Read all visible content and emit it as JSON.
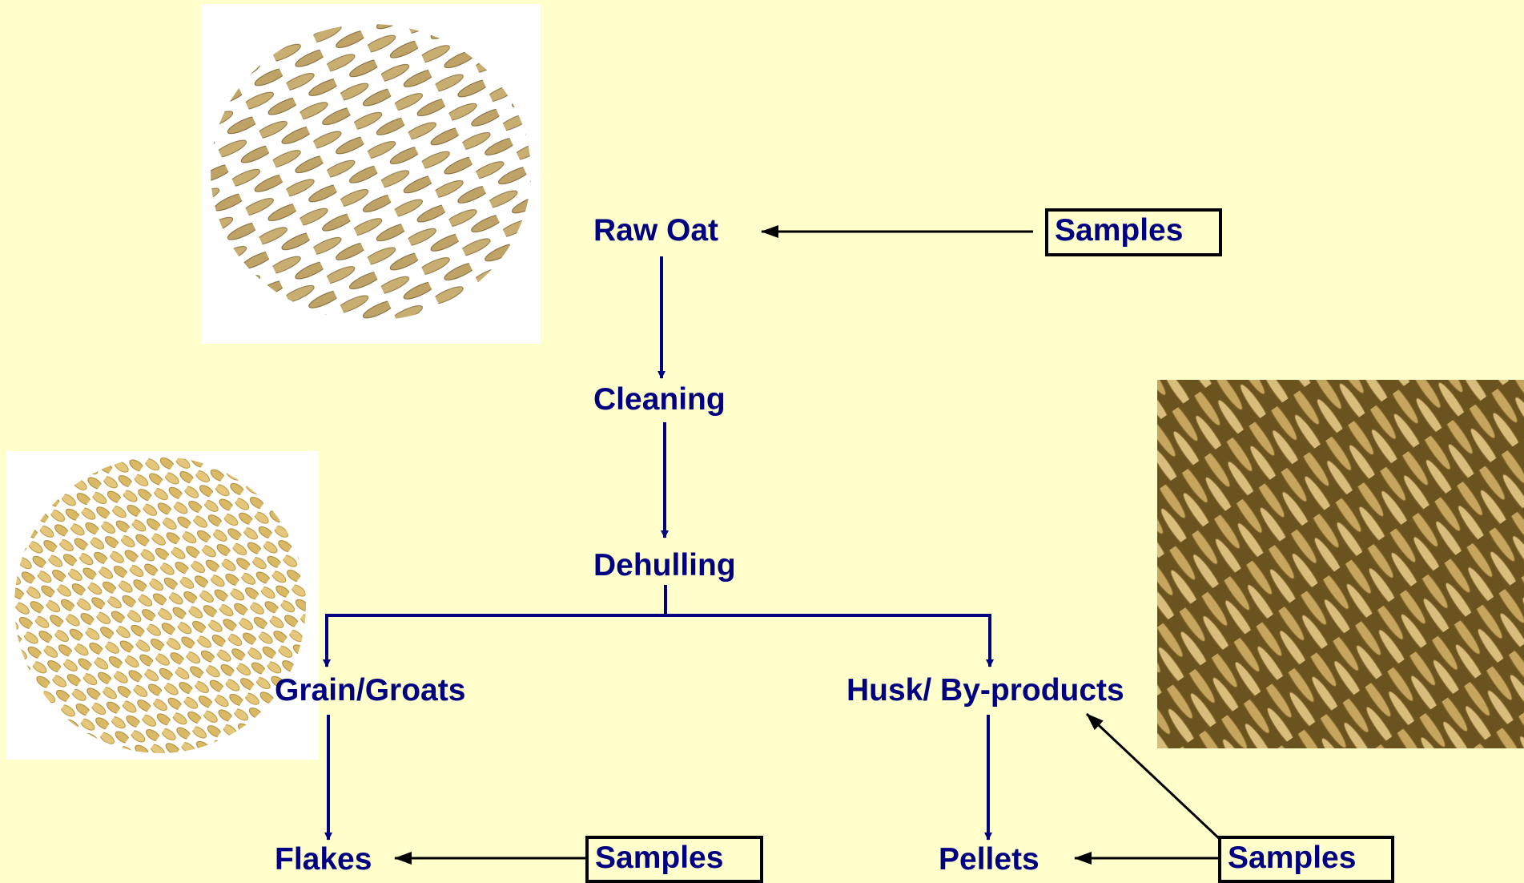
{
  "colors": {
    "background": "#FFFFCC",
    "label": "#000080",
    "flow_arrow": "#000080",
    "sample_arrow": "#000000"
  },
  "nodes": {
    "raw_oat": "Raw Oat",
    "cleaning": "Cleaning",
    "dehulling": "Dehulling",
    "grain_groats": "Grain/Groats",
    "husk_byproducts": "Husk/ By-products",
    "flakes": "Flakes",
    "pellets": "Pellets"
  },
  "samples": {
    "raw_oat": "Samples",
    "flakes": "Samples",
    "pellets": "Samples"
  },
  "photos": [
    "raw-oat-grains-photo",
    "oat-groats-photo",
    "oat-husks-photo"
  ]
}
